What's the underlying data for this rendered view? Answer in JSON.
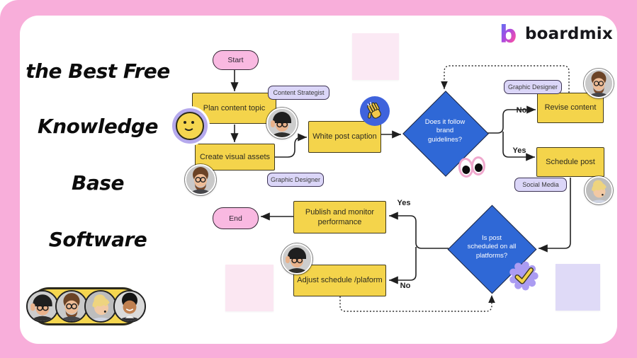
{
  "brand": {
    "logo_letter": "b",
    "name": "boardmix"
  },
  "headline": {
    "lines": [
      "the Best Free",
      "Knowledge",
      "Base",
      "Software"
    ]
  },
  "flowchart": {
    "start_label": "Start",
    "end_label": "End",
    "plan_label": "Plan content topic",
    "create_label": "Create visual assets",
    "white_post_label": "White post caption",
    "decision1_lines": [
      "Does it follow",
      "brand",
      "guidelines?"
    ],
    "revise_label": "Revise content",
    "schedule_label": "Schedule post",
    "decision2_lines": [
      "Is post",
      "scheduled on all",
      "platforms?"
    ],
    "publish_label": "Publish and monitor performance",
    "adjust_label": "Adjust schedule /plaform",
    "branch_no1": "No",
    "branch_yes1": "Yes",
    "branch_yes2": "Yes",
    "branch_no2": "No",
    "tag_content_strategist": "Content Strategist",
    "tag_graphic_designer_create": "Graphic Designer",
    "tag_graphic_designer_revise": "Graphic Designer",
    "tag_social_media": "Social Media"
  },
  "icons": {
    "smiley_sticker": "smiley-face",
    "wave_sticker": "waving-hand",
    "eyes_sticker": "googly-eyes",
    "badge_sticker": "check-badge"
  },
  "colors": {
    "frame_pink": "#F8AEDA",
    "canvas_white": "#FFFFFF",
    "process_yellow": "#F4D44B",
    "terminator_pink": "#F9B9E1",
    "decision_blue": "#2F68D6",
    "tag_lavender": "#DBD6F8",
    "sticker_purple": "#AB9CF2",
    "sticky_pink": "#FBE9F4",
    "sticky_lavender": "#DFDAF7",
    "pill_yellow": "#F5D64F"
  }
}
